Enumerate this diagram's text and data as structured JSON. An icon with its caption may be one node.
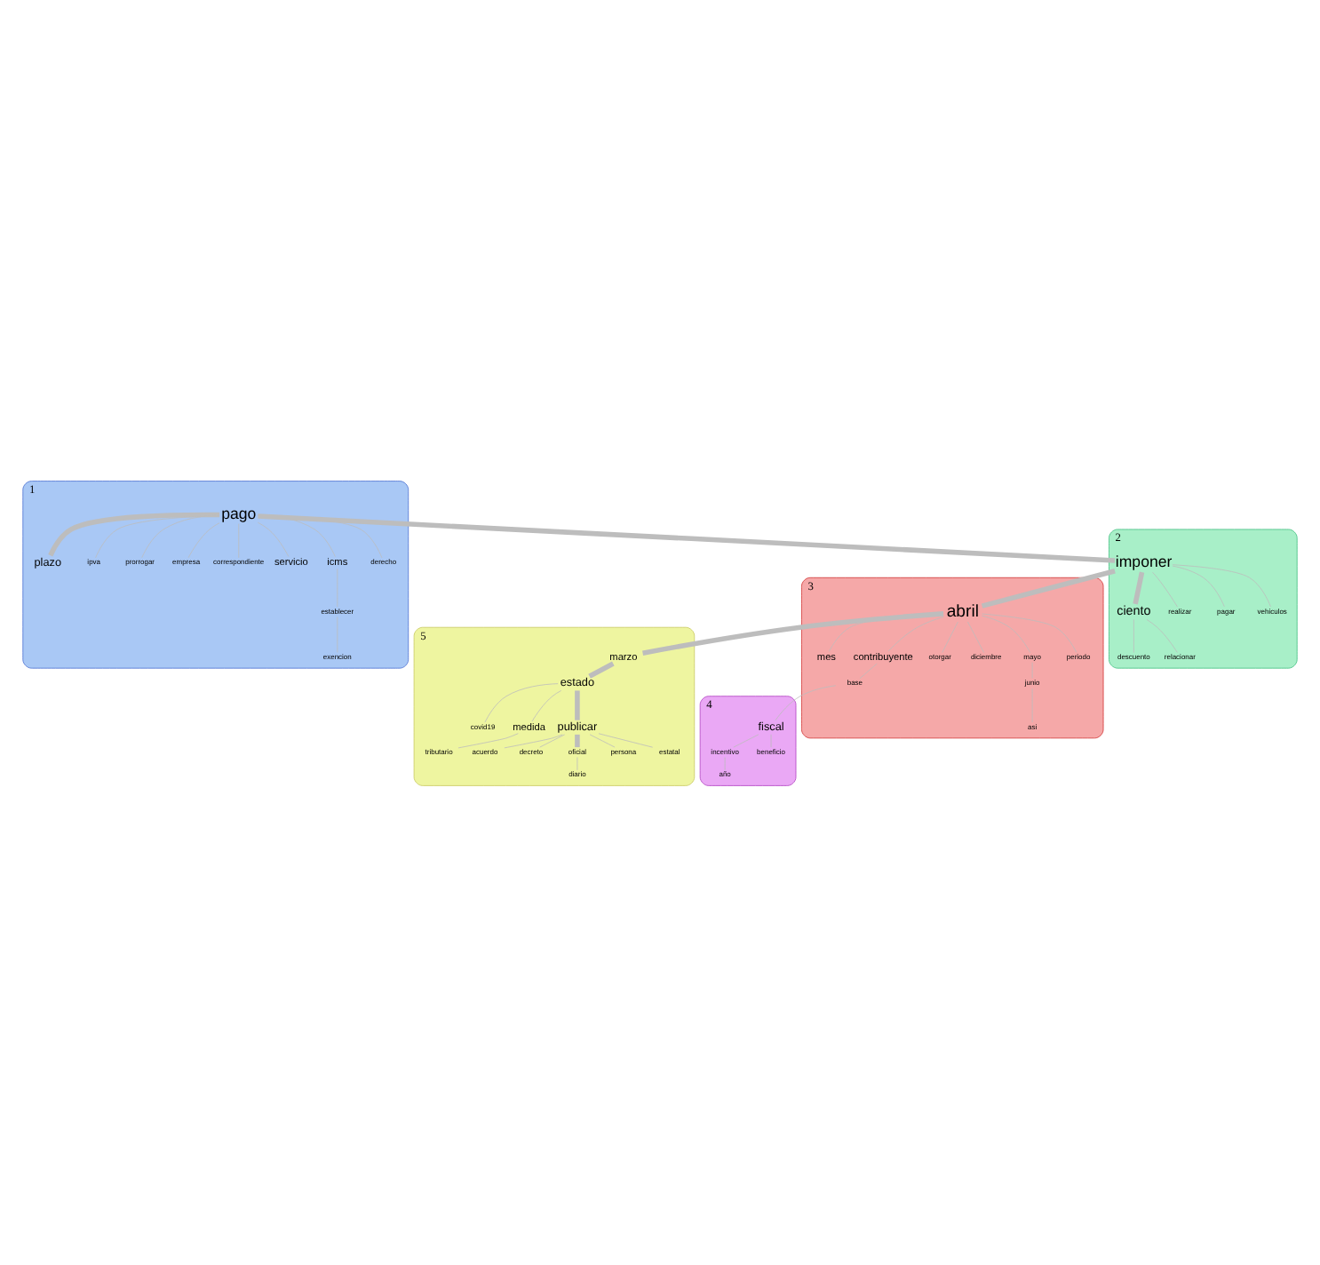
{
  "diagram": {
    "nodes": [
      {
        "text": [
          "1"
        ]
      },
      {
        "text": [
          "pago"
        ],
        "in": 0
      },
      {
        "text": [
          "plazo"
        ],
        "in": 0
      },
      {
        "text": [
          "ipva"
        ],
        "in": 0
      },
      {
        "text": [
          "prorrogar"
        ],
        "in": 0
      },
      {
        "text": [
          "empresa"
        ],
        "in": 0
      },
      {
        "text": [
          "correspondiente"
        ],
        "in": 0
      },
      {
        "text": [
          "servicio"
        ],
        "in": 0
      },
      {
        "text": [
          "icms"
        ],
        "in": 0
      },
      {
        "text": [
          "establecer"
        ],
        "in": 0
      },
      {
        "text": [
          "exencion"
        ],
        "in": 0
      },
      {
        "text": [
          "derecho"
        ],
        "in": 0
      },
      {
        "text": [
          "2"
        ]
      },
      {
        "text": [
          "ciento"
        ],
        "in": 12
      },
      {
        "text": [
          "imponer"
        ],
        "in": 12
      },
      {
        "text": [
          "descuento"
        ],
        "in": 12
      },
      {
        "text": [
          "realizar"
        ],
        "in": 12
      },
      {
        "text": [
          "relacionar"
        ],
        "in": 12
      },
      {
        "text": [
          "pagar"
        ],
        "in": 12
      },
      {
        "text": [
          "vehiculos"
        ],
        "in": 12
      },
      {
        "text": [
          "3"
        ]
      },
      {
        "text": [
          "abril"
        ],
        "in": 20
      },
      {
        "text": [
          "mes"
        ],
        "in": 20
      },
      {
        "text": [
          "contribuyente"
        ],
        "in": 20
      },
      {
        "text": [
          "base"
        ],
        "in": 20
      },
      {
        "text": [
          "otorgar"
        ],
        "in": 20
      },
      {
        "text": [
          "diciembre"
        ],
        "in": 20
      },
      {
        "text": [
          "mayo"
        ],
        "in": 20
      },
      {
        "text": [
          "junio"
        ],
        "in": 20
      },
      {
        "text": [
          "asi"
        ],
        "in": 20
      },
      {
        "text": [
          "periodo"
        ],
        "in": 20
      },
      {
        "text": [
          "4"
        ]
      },
      {
        "text": [
          "fiscal"
        ],
        "in": 31
      },
      {
        "text": [
          "incentivo"
        ],
        "in": 31
      },
      {
        "text": [
          "año"
        ],
        "in": 31
      },
      {
        "text": [
          "beneficio"
        ],
        "in": 31
      },
      {
        "text": [
          "5"
        ]
      },
      {
        "text": [
          "marzo"
        ],
        "in": 36
      },
      {
        "text": [
          "estado"
        ],
        "in": 36
      },
      {
        "text": [
          "covid19"
        ],
        "in": 36
      },
      {
        "text": [
          "medida"
        ],
        "in": 36
      },
      {
        "text": [
          "tributario"
        ],
        "in": 36
      },
      {
        "text": [
          "publicar"
        ],
        "in": 36
      },
      {
        "text": [
          "acuerdo"
        ],
        "in": 36
      },
      {
        "text": [
          "decreto"
        ],
        "in": 36
      },
      {
        "text": [
          "oficial"
        ],
        "in": 36
      },
      {
        "text": [
          "persona"
        ],
        "in": 36
      },
      {
        "text": [
          "estatal"
        ],
        "in": 36
      },
      {
        "text": [
          "diario"
        ],
        "in": 36
      }
    ],
    "edges": [
      {
        "from": 1,
        "to": 2,
        "arrow": "none",
        "style": "thick"
      },
      {
        "from": 1,
        "to": 3,
        "arrow": "none"
      },
      {
        "from": 1,
        "to": 4,
        "arrow": "none"
      },
      {
        "from": 1,
        "to": 5,
        "arrow": "none"
      },
      {
        "from": 1,
        "to": 6,
        "arrow": "none"
      },
      {
        "from": 1,
        "to": 7,
        "arrow": "none"
      },
      {
        "from": 1,
        "to": 8,
        "arrow": "none"
      },
      {
        "from": 8,
        "to": 9,
        "arrow": "none"
      },
      {
        "from": 9,
        "to": 10,
        "arrow": "none"
      },
      {
        "from": 1,
        "to": 11,
        "arrow": "none"
      },
      {
        "from": 1,
        "to": 14,
        "arrow": "none",
        "style": "thick"
      },
      {
        "from": 14,
        "to": 13,
        "arrow": "none",
        "style": "thick"
      },
      {
        "from": 13,
        "to": 15,
        "arrow": "none"
      },
      {
        "from": 13,
        "to": 17,
        "arrow": "none"
      },
      {
        "from": 14,
        "to": 16,
        "arrow": "none"
      },
      {
        "from": 14,
        "to": 18,
        "arrow": "none"
      },
      {
        "from": 14,
        "to": 19,
        "arrow": "none"
      },
      {
        "from": 14,
        "to": 21,
        "arrow": "none",
        "style": "thick"
      },
      {
        "from": 21,
        "to": 22,
        "arrow": "none"
      },
      {
        "from": 21,
        "to": 23,
        "arrow": "none"
      },
      {
        "from": 23,
        "to": 24,
        "arrow": "none"
      },
      {
        "from": 24,
        "to": 32,
        "arrow": "none"
      },
      {
        "from": 21,
        "to": 25,
        "arrow": "none"
      },
      {
        "from": 21,
        "to": 26,
        "arrow": "none"
      },
      {
        "from": 21,
        "to": 30,
        "arrow": "none"
      },
      {
        "from": 21,
        "to": 27,
        "arrow": "none"
      },
      {
        "from": 27,
        "to": 28,
        "arrow": "none"
      },
      {
        "from": 28,
        "to": 29,
        "arrow": "none"
      },
      {
        "from": 21,
        "to": 37,
        "arrow": "none",
        "style": "thick"
      },
      {
        "from": 32,
        "to": 33,
        "arrow": "none"
      },
      {
        "from": 33,
        "to": 34,
        "arrow": "none"
      },
      {
        "from": 32,
        "to": 35,
        "arrow": "none"
      },
      {
        "from": 37,
        "to": 38,
        "arrow": "none",
        "style": "thick"
      },
      {
        "from": 38,
        "to": 39,
        "arrow": "none"
      },
      {
        "from": 38,
        "to": 40,
        "arrow": "none"
      },
      {
        "from": 40,
        "to": 41,
        "arrow": "none"
      },
      {
        "from": 38,
        "to": 42,
        "arrow": "none",
        "style": "thick"
      },
      {
        "from": 42,
        "to": 43,
        "arrow": "none"
      },
      {
        "from": 42,
        "to": 44,
        "arrow": "none"
      },
      {
        "from": 42,
        "to": 46,
        "arrow": "none"
      },
      {
        "from": 42,
        "to": 45,
        "arrow": "none",
        "style": "thick"
      },
      {
        "from": 45,
        "to": 48,
        "arrow": "none"
      },
      {
        "from": 42,
        "to": 47,
        "arrow": "none"
      }
    ]
  }
}
